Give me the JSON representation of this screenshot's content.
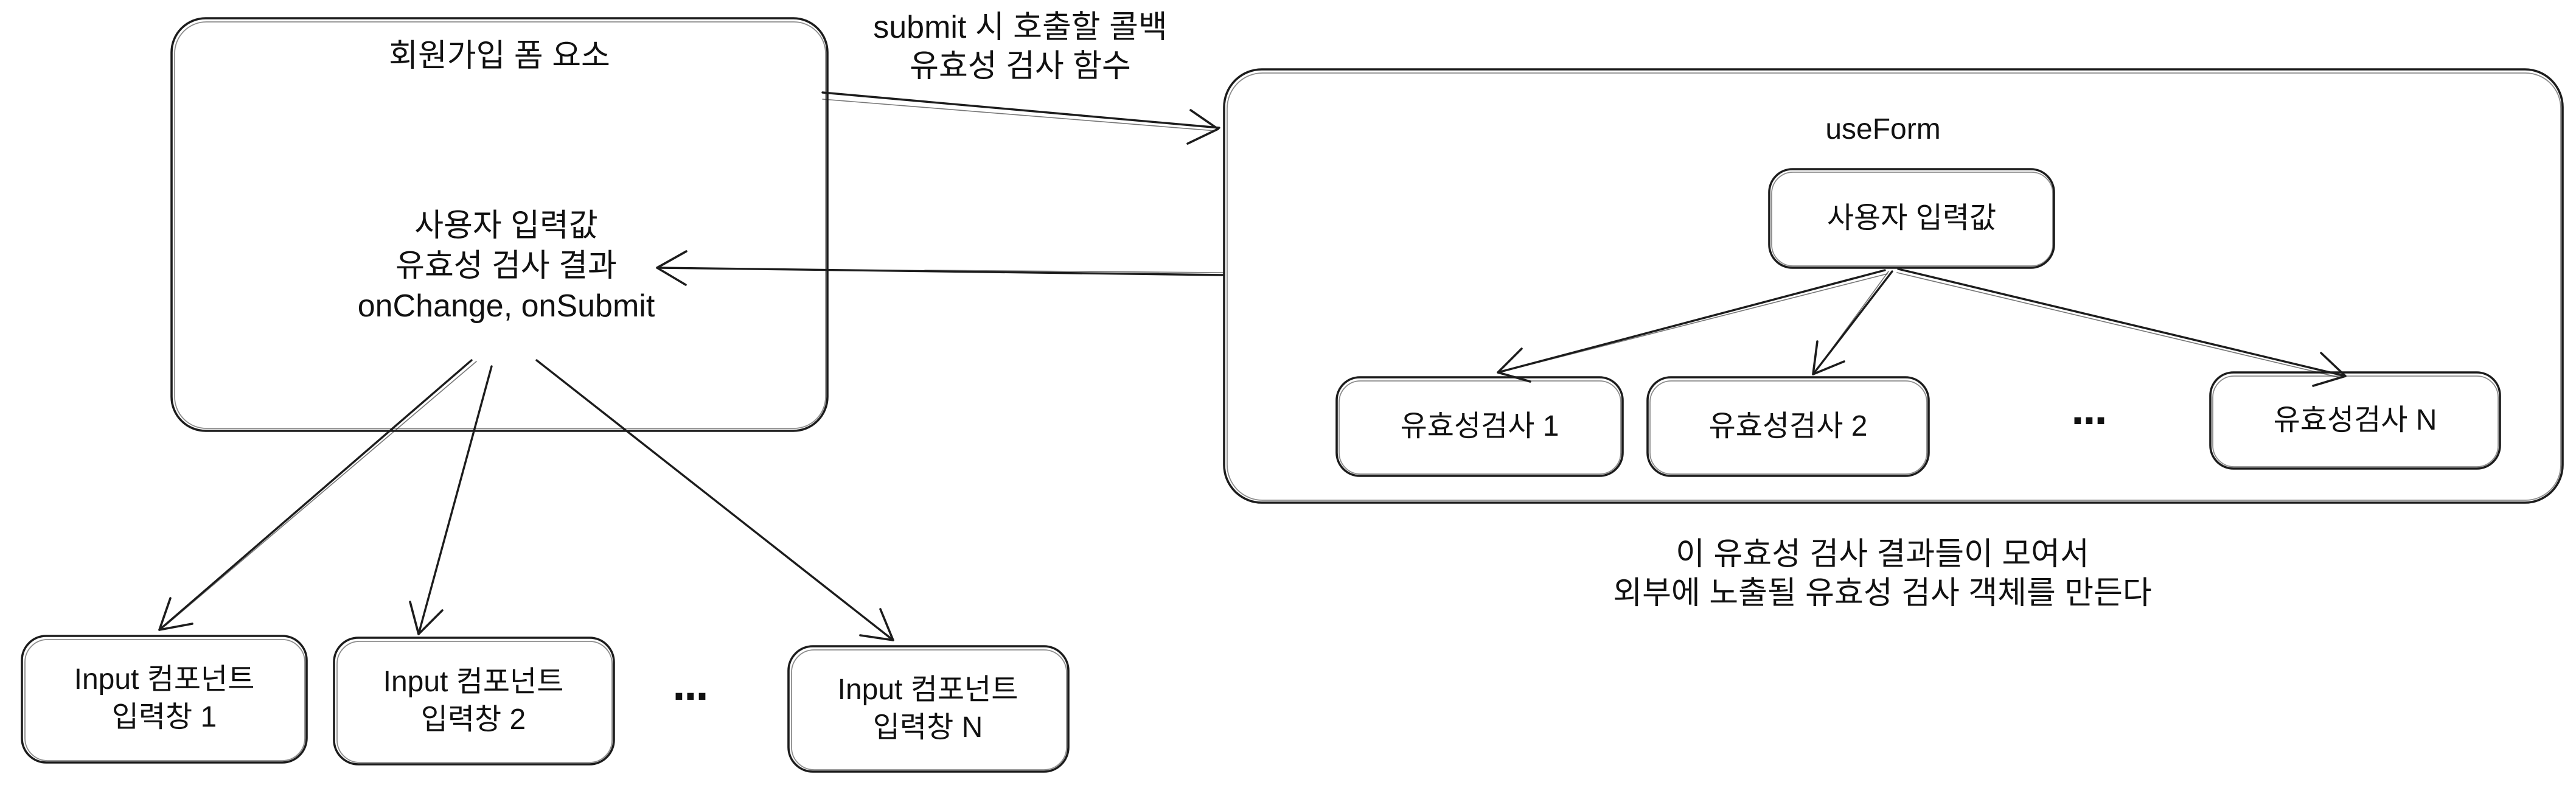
{
  "colors": {
    "background": "#ffffff",
    "stroke": "#1c1c1c",
    "text": "#111111"
  },
  "signup_form": {
    "title": "회원가입 폼 요소",
    "body": "사용자 입력값\n유효성 검사 결과\nonChange, onSubmit"
  },
  "annotations": {
    "submit_callback": "submit 시 호출할 콜백\n유효성 검사 함수",
    "validation_summary": "이 유효성 검사 결과들이 모여서\n외부에 노출될 유효성 검사 객체를 만든다"
  },
  "use_form": {
    "title": "useForm",
    "user_input": "사용자 입력값",
    "validations": [
      "유효성검사 1",
      "유효성검사 2",
      "유효성검사 N"
    ],
    "ellipsis": "..."
  },
  "inputs": {
    "components": [
      "Input 컴포넌트\n입력창 1",
      "Input 컴포넌트\n입력창 2",
      "Input 컴포넌트\n입력창 N"
    ],
    "ellipsis": "..."
  }
}
